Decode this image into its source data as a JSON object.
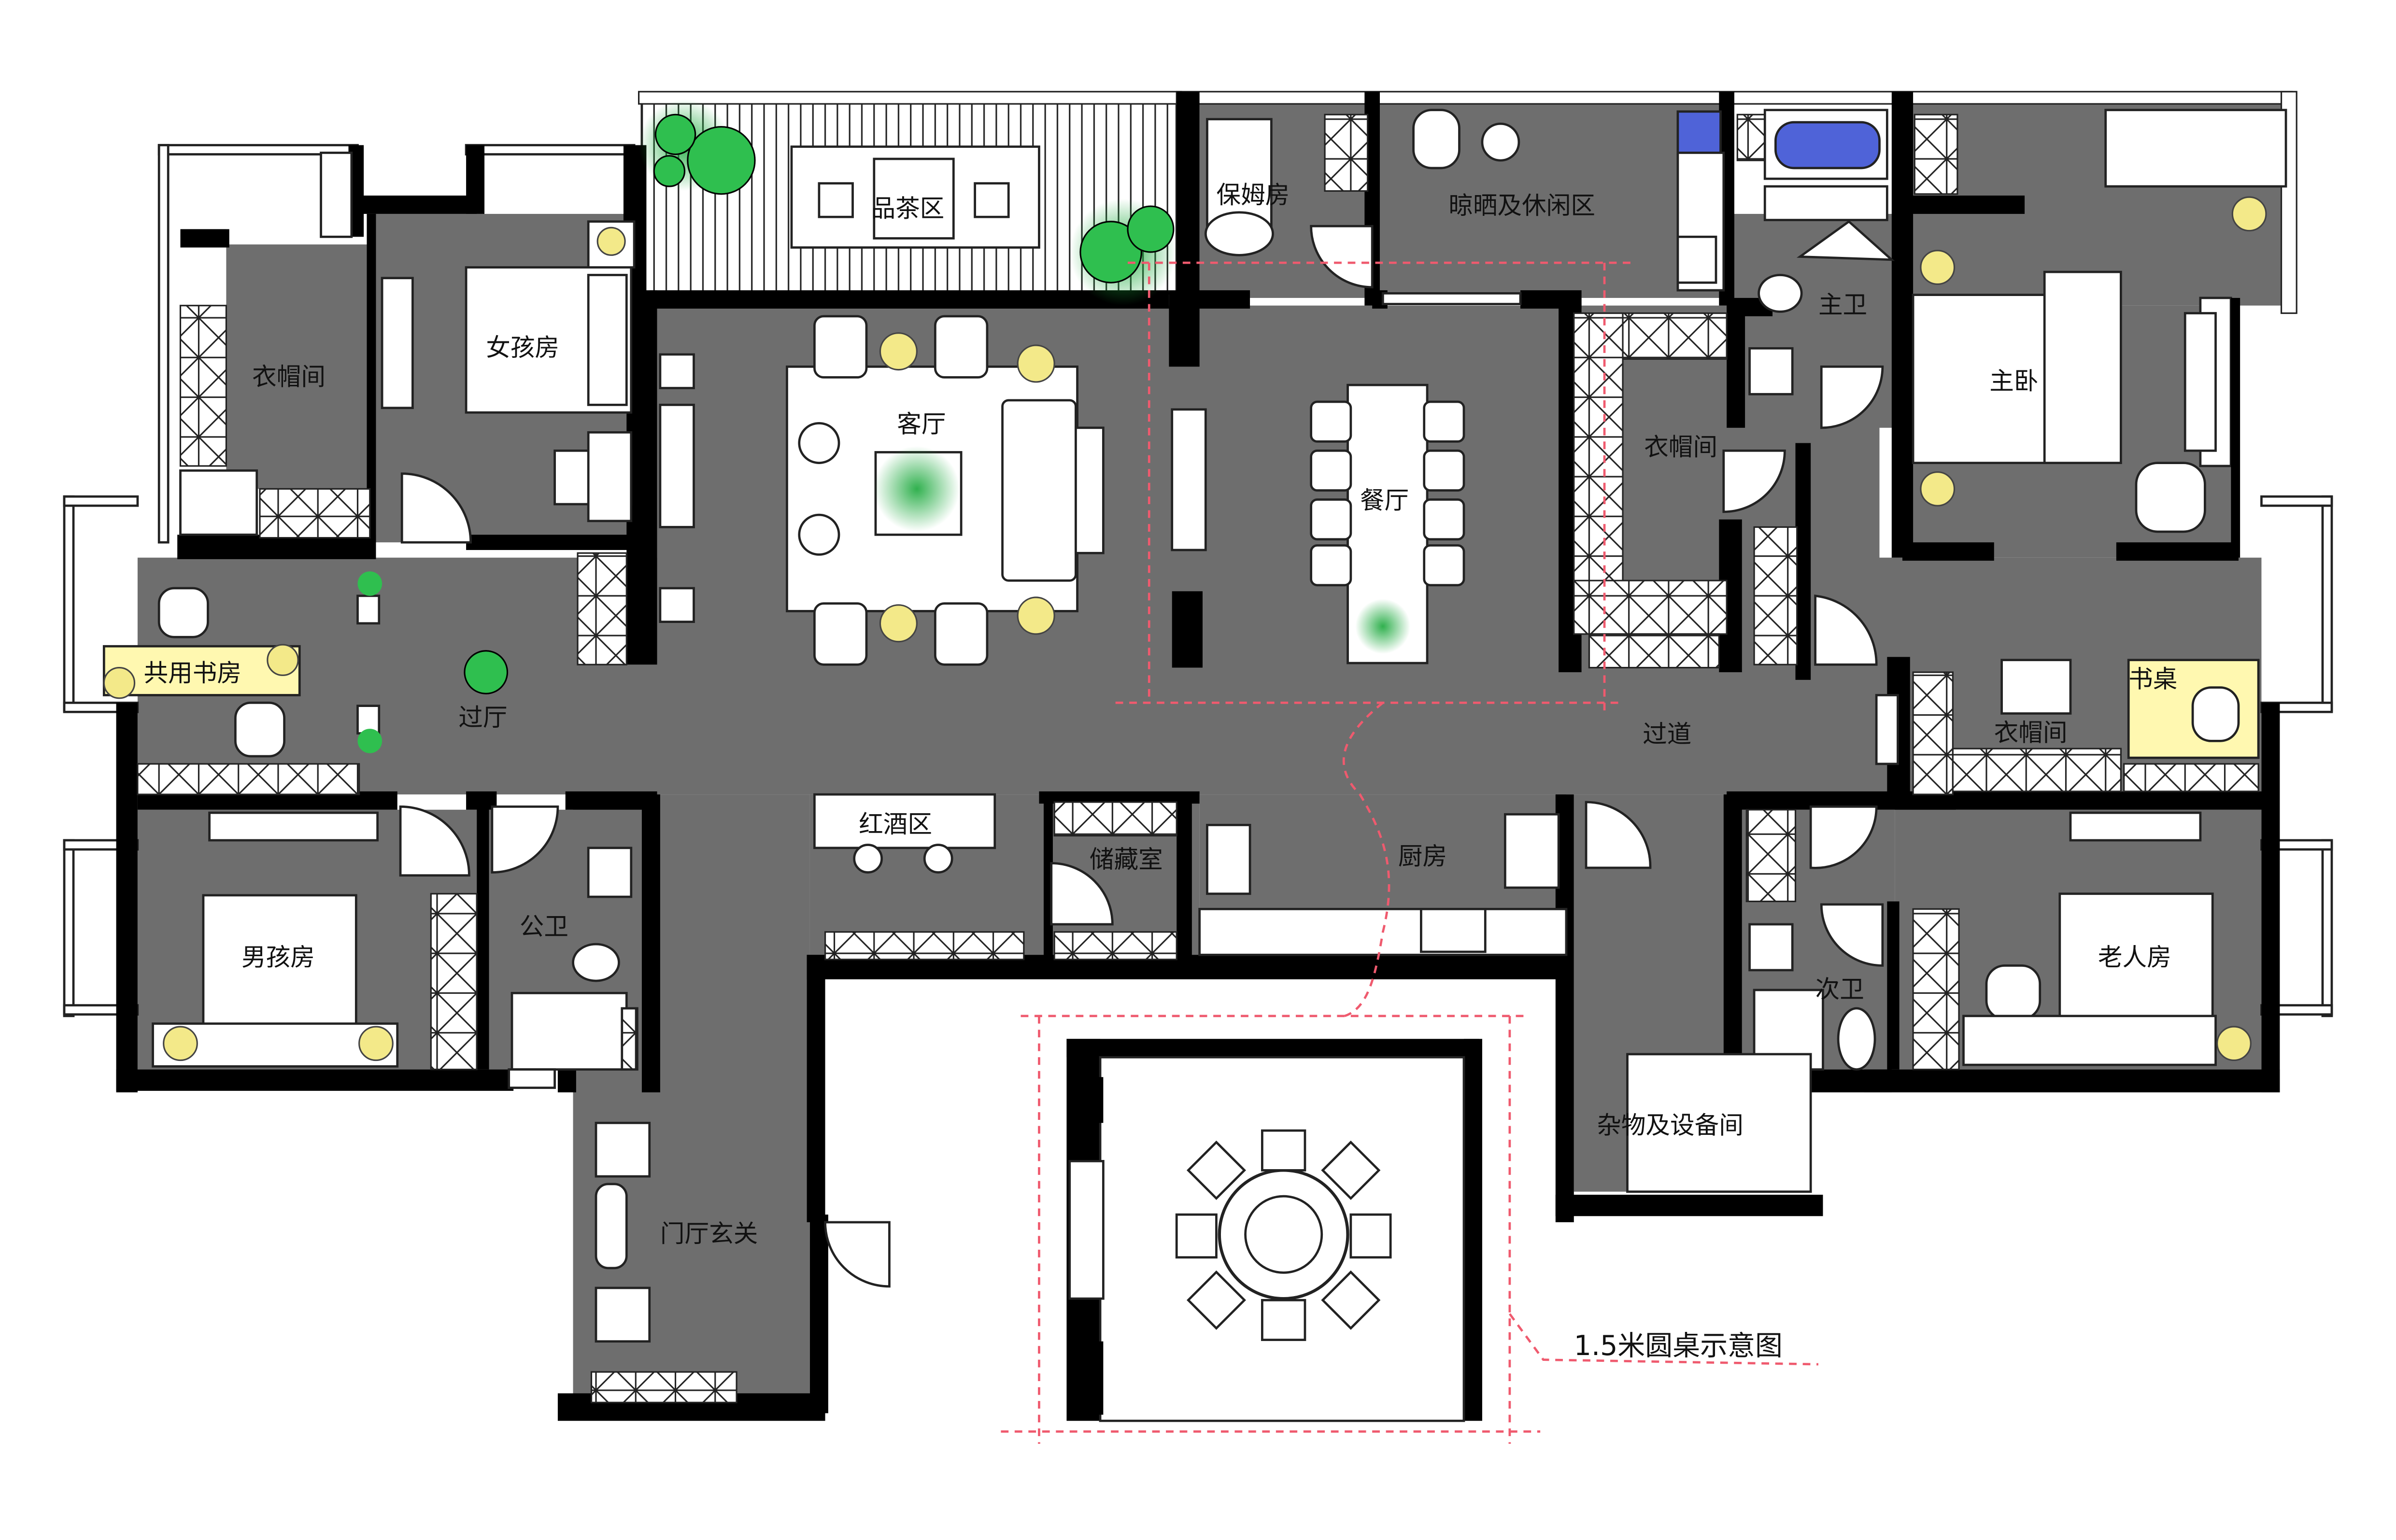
{
  "rooms": {
    "tea_area": "品茶区",
    "nanny_room": "保姆房",
    "sun_lounge": "晾晒及休闲区",
    "master_bath": "主卫",
    "master_bedroom": "主卧",
    "girl_room": "女孩房",
    "closet_left": "衣帽间",
    "living_room": "客厅",
    "dining_room": "餐厅",
    "closet_middle": "衣帽间",
    "shared_study": "共用书房",
    "hall": "过厅",
    "corridor": "过道",
    "closet_right": "衣帽间",
    "desk": "书桌",
    "wine_area": "红酒区",
    "storage_room": "储藏室",
    "kitchen": "厨房",
    "boy_room": "男孩房",
    "public_bath": "公卫",
    "second_bath": "次卫",
    "elder_room": "老人房",
    "utility_room": "杂物及设备间",
    "entrance": "门厅玄关"
  },
  "annotation": "1.5米圆桌示意图",
  "colors": {
    "floor": "#6e6e6e",
    "wall": "#000000",
    "furniture": "#ffffff",
    "dashed_guide": "#ef5a6e",
    "plant": "#2fbf4f",
    "lamp": "#f3e989",
    "fixture_blue": "#4f63d8"
  }
}
